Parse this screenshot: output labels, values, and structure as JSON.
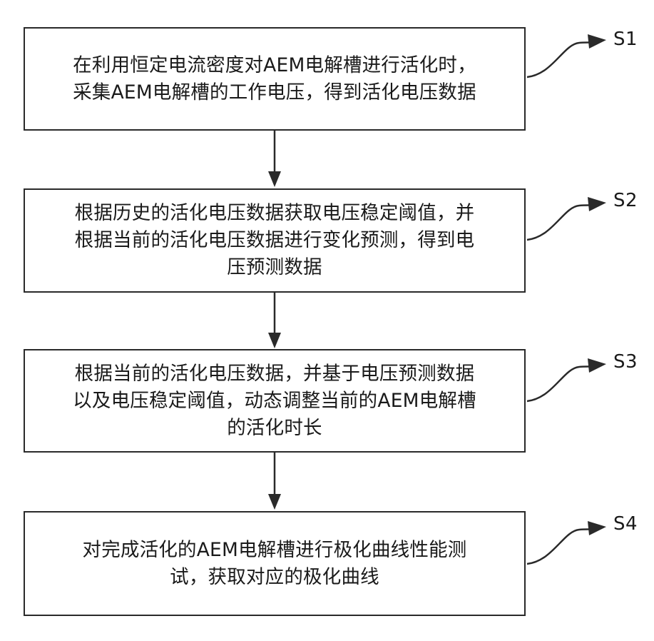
{
  "steps": [
    {
      "id": "S1",
      "text": "在利用恒定电流密度对AEM电解槽进行活化时，\n采集AEM电解槽的工作电压，得到活化电压数据"
    },
    {
      "id": "S2",
      "text": "根据历史的活化电压数据获取电压稳定阈值，并\n根据当前的活化电压数据进行变化预测，得到电\n压预测数据"
    },
    {
      "id": "S3",
      "text": "根据当前的活化电压数据，并基于电压预测数据\n以及电压稳定阈值，动态调整当前的AEM电解槽\n的活化时长"
    },
    {
      "id": "S4",
      "text": "对完成活化的AEM电解槽进行极化曲线性能测\n试，获取对应的极化曲线"
    }
  ],
  "colors": {
    "stroke": "#2a2a2a",
    "text": "#1a1a1a",
    "background": "#ffffff"
  }
}
